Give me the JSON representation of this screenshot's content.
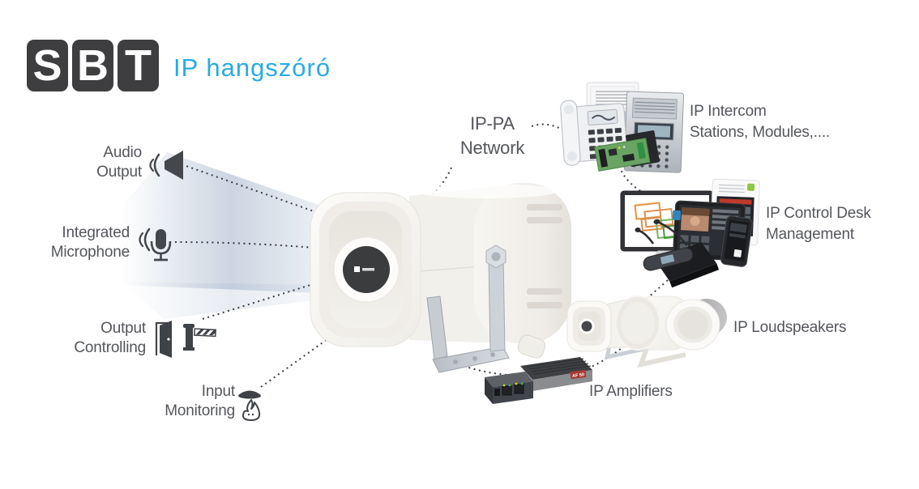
{
  "header": {
    "logo_letters": [
      "S",
      "B",
      "T"
    ],
    "tagline": "IP hangszóró"
  },
  "features": [
    {
      "icon": "audio-output-speaker-icon",
      "lines": [
        "Audio",
        "Output"
      ]
    },
    {
      "icon": "microphone-icon",
      "lines": [
        "Integrated",
        "Microphone"
      ]
    },
    {
      "icon": "door-and-barrier-icon",
      "lines": [
        "Output",
        "Controlling"
      ]
    },
    {
      "icon": "smoke-detector-flame-icon",
      "lines": [
        "Input",
        "Monitoring"
      ]
    }
  ],
  "hub": {
    "lines": [
      "IP-PA",
      "Network"
    ]
  },
  "nodes": [
    {
      "lines": [
        "IP Intercom",
        "Stations, Modules,...."
      ]
    },
    {
      "lines": [
        "IP Control Desk",
        "Management"
      ]
    },
    {
      "lines": [
        "IP Loudspeakers"
      ]
    },
    {
      "lines": [
        "IP Amplifiers"
      ]
    }
  ],
  "devices": {
    "amplifier_badge": "AF 50"
  },
  "colors": {
    "text": "#54565B",
    "accent": "#29ABE2",
    "logo": "#3E3E40",
    "beam": "#A9B9CE",
    "dotted": "#3C3F45"
  }
}
